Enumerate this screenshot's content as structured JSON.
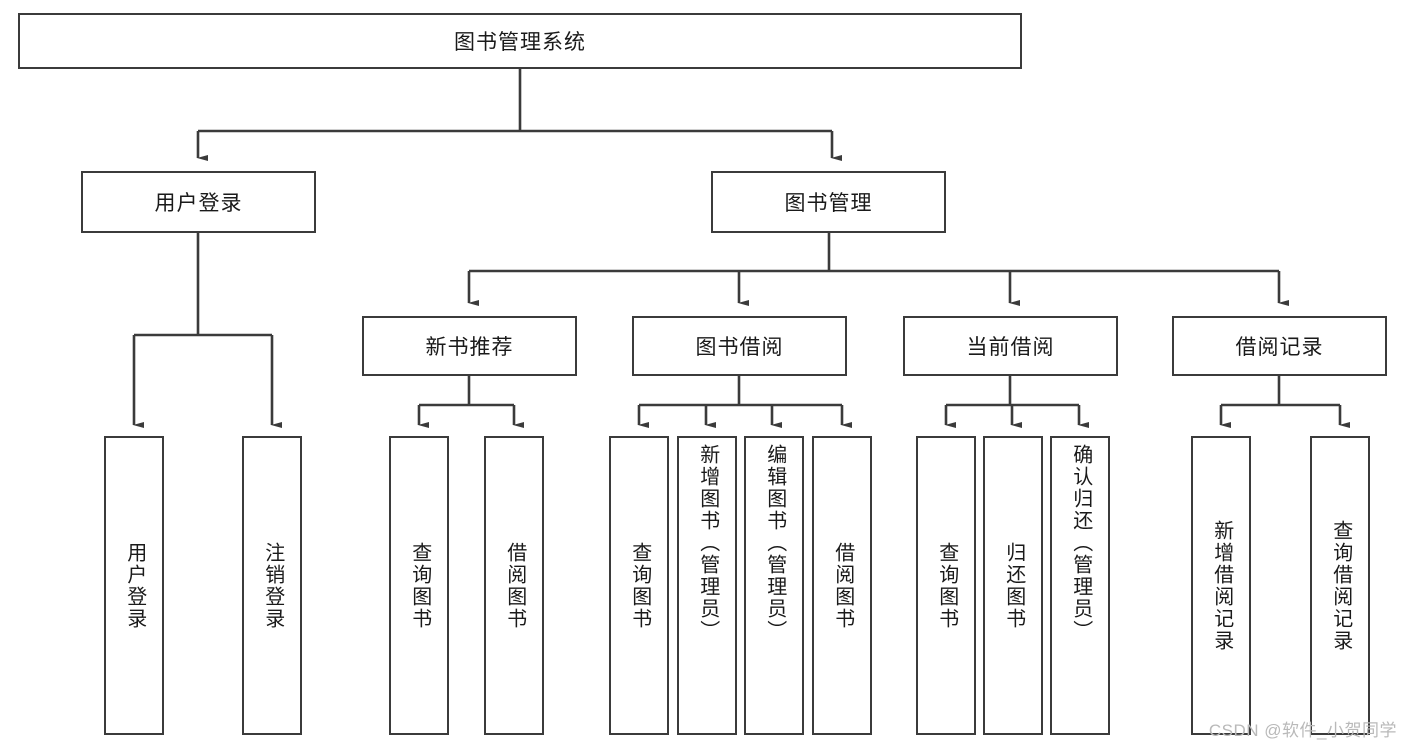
{
  "diagram": {
    "type": "tree-hierarchy",
    "title": "图书管理系统",
    "watermark": "CSDN @软件_小贺同学",
    "colors": {
      "box_border": "#3b3b3b",
      "box_fill": "#ffffff",
      "line": "#3b3b3b",
      "text": "#1a1a1a",
      "watermark": "#b9b9b9"
    },
    "nodes": {
      "root": {
        "label": "图书管理系统"
      },
      "level2": [
        {
          "id": "user-login",
          "label": "用户登录"
        },
        {
          "id": "book-manage",
          "label": "图书管理"
        }
      ],
      "level3": [
        {
          "id": "new-book-recommend",
          "label": "新书推荐"
        },
        {
          "id": "book-borrow",
          "label": "图书借阅"
        },
        {
          "id": "current-borrow",
          "label": "当前借阅"
        },
        {
          "id": "borrow-record",
          "label": "借阅记录"
        }
      ],
      "leaves": {
        "user_login": [
          {
            "id": "leaf-user-login",
            "label": "用户登录"
          },
          {
            "id": "leaf-logout",
            "label": "注销登录"
          }
        ],
        "new_book_recommend": [
          {
            "id": "leaf-query-book-1",
            "label": "查询图书"
          },
          {
            "id": "leaf-borrow-book-1",
            "label": "借阅图书"
          }
        ],
        "book_borrow": [
          {
            "id": "leaf-query-book-2",
            "label": "查询图书"
          },
          {
            "id": "leaf-add-book",
            "label": "新增图书（管理员）"
          },
          {
            "id": "leaf-edit-book",
            "label": "编辑图书（管理员）"
          },
          {
            "id": "leaf-borrow-book-2",
            "label": "借阅图书"
          }
        ],
        "current_borrow": [
          {
            "id": "leaf-query-book-3",
            "label": "查询图书"
          },
          {
            "id": "leaf-return-book",
            "label": "归还图书"
          },
          {
            "id": "leaf-confirm-return",
            "label": "确认归还（管理员）"
          }
        ],
        "borrow_record": [
          {
            "id": "leaf-add-record",
            "label": "新增借阅记录"
          },
          {
            "id": "leaf-query-record",
            "label": "查询借阅记录"
          }
        ]
      }
    }
  }
}
